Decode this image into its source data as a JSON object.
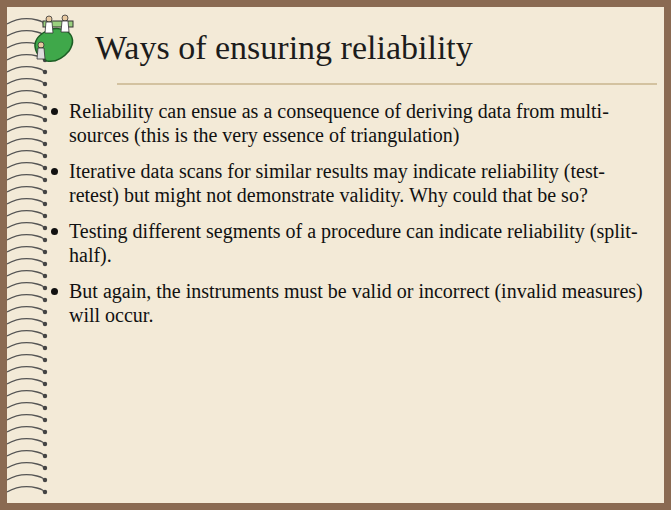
{
  "diagram": {
    "title": "Ways of ensuring reliability",
    "labels": [
      "Reliability can ensue as a consequence of deriving data from multi-sources (this is the very essence of triangulation)",
      "Iterative data scans for similar results may indicate reliability (test-retest) but might not demonstrate validity. Why could that be so?",
      "Testing different segments of a procedure can indicate reliability (split-half).",
      "But again, the instruments must be valid or incorrect (invalid measures) will occur."
    ]
  }
}
